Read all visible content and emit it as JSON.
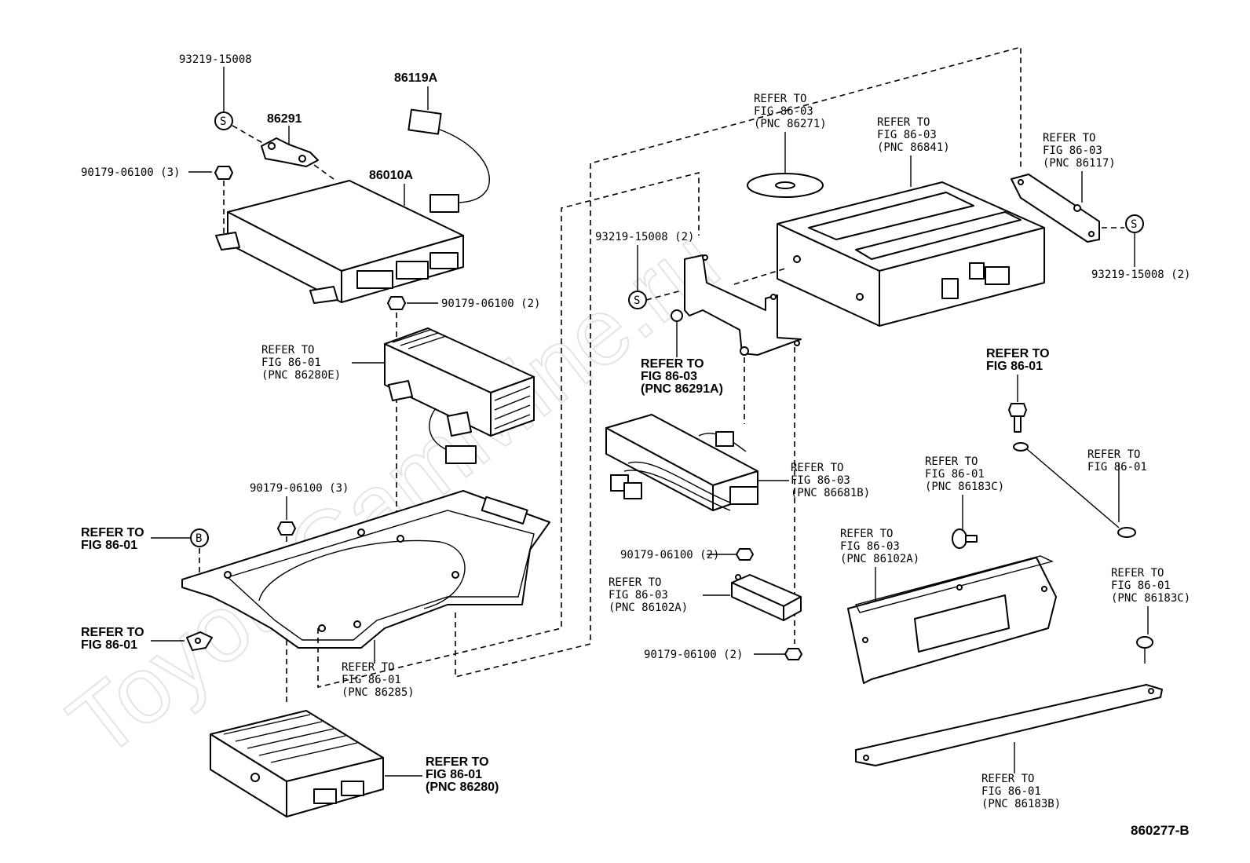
{
  "watermark": "ToyotaCamMine.ru",
  "drawing_id": "860277-B",
  "labels": {
    "p93219_top": "93219-15008",
    "p86119a": "86119A",
    "p86291": "86291",
    "p90179_3a": "90179-06100 (3)",
    "p86010a": "86010A",
    "p90179_2a": "90179-06100 (2)",
    "amp_refer": [
      "REFER TO",
      "FIG 86-01",
      "(PNC 86280E)"
    ],
    "p90179_3b": "90179-06100 (3)",
    "b_refer": [
      "REFER TO",
      "FIG 86-01"
    ],
    "clip_refer": [
      "REFER TO",
      "FIG 86-01"
    ],
    "tray_refer": [
      "REFER TO",
      "FIG 86-01",
      "(PNC 86285)"
    ],
    "amp2_refer": [
      "REFER TO",
      "FIG 86-01",
      "(PNC 86280)"
    ],
    "disc_refer": [
      "REFER TO",
      "FIG 86-03",
      "(PNC 86271)"
    ],
    "changer_refer": [
      "REFER TO",
      "FIG 86-03",
      "(PNC 86841)"
    ],
    "bracketr_refer": [
      "REFER TO",
      "FIG 86-03",
      "(PNC 86117)"
    ],
    "p93219_2a": "93219-15008 (2)",
    "p93219_2b": "93219-15008 (2)",
    "bracketl_refer": [
      "REFER TO",
      "FIG 86-03",
      "(PNC 86291A)"
    ],
    "bolt_refer": [
      "REFER TO",
      "FIG 86-01"
    ],
    "module_refer": [
      "REFER TO",
      "FIG 86-03",
      "(PNC 86681B)"
    ],
    "strap_refer": [
      "REFER TO",
      "FIG 86-01"
    ],
    "clipr_refer": [
      "REFER TO",
      "FIG 86-01",
      "(PNC 86183C)"
    ],
    "p90179_2b": "90179-06100 (2)",
    "small_refer": [
      "REFER TO",
      "FIG 86-03",
      "(PNC 86102A)"
    ],
    "panel_refer": [
      "REFER TO",
      "FIG 86-03",
      "(PNC 86102A)"
    ],
    "clipr2_refer": [
      "REFER TO",
      "FIG 86-01",
      "(PNC 86183C)"
    ],
    "p90179_2c": "90179-06100 (2)",
    "cover_refer": [
      "REFER TO",
      "FIG 86-01",
      "(PNC 86183B)"
    ]
  },
  "symbols": {
    "s_mark": "S",
    "b_mark": "B"
  }
}
